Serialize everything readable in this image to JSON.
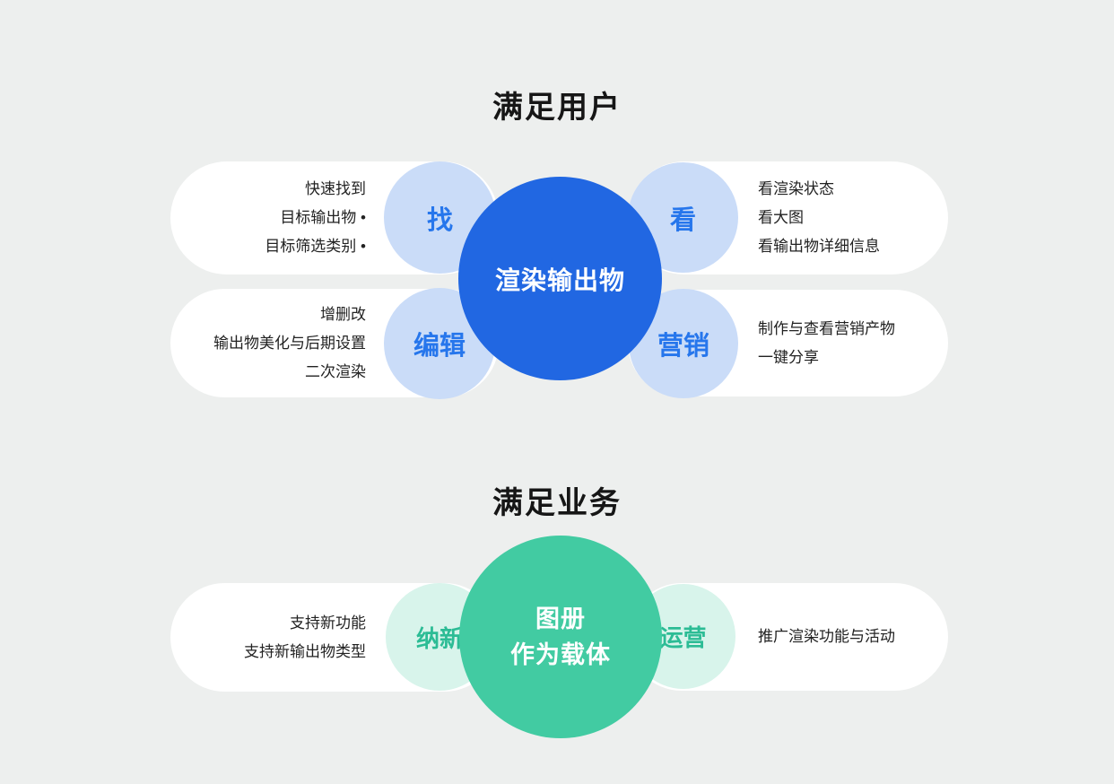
{
  "colors": {
    "background": "#edefee",
    "pill_bg": "#ffffff",
    "center_blue": "#2167e2",
    "node_blue_bg": "#cadcf8",
    "node_blue_text": "#2676ec",
    "center_green": "#42cba2",
    "node_green_bg": "#d8f4eb",
    "node_green_text": "#2cbc95"
  },
  "user_section": {
    "title": "满足用户",
    "center_label": "渲染输出物",
    "find": {
      "label": "找",
      "lines": [
        "快速找到",
        "目标输出物 •",
        "目标筛选类别 •"
      ]
    },
    "view": {
      "label": "看",
      "lines": [
        "看渲染状态",
        "看大图",
        "看输出物详细信息"
      ]
    },
    "edit": {
      "label": "编辑",
      "lines": [
        "增删改",
        "输出物美化与后期设置",
        "二次渲染"
      ]
    },
    "marketing": {
      "label": "营销",
      "lines": [
        "制作与查看营销产物",
        "一键分享"
      ]
    }
  },
  "business_section": {
    "title": "满足业务",
    "center_label_line1": "图册",
    "center_label_line2": "作为载体",
    "recruit": {
      "label": "纳新",
      "lines": [
        "支持新功能",
        "支持新输出物类型"
      ]
    },
    "operate": {
      "label": "运营",
      "lines": [
        "推广渲染功能与活动"
      ]
    }
  }
}
